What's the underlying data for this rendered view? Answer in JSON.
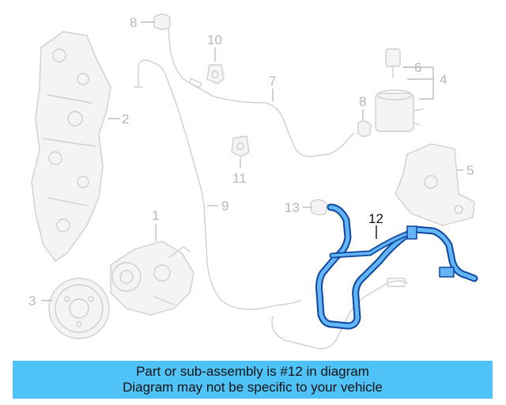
{
  "callouts": {
    "c1": "1",
    "c2": "2",
    "c3": "3",
    "c4": "4",
    "c5": "5",
    "c6": "6",
    "c7": "7",
    "c8a": "8",
    "c8b": "8",
    "c9": "9",
    "c10": "10",
    "c11": "11",
    "c12": "12",
    "c13": "13"
  },
  "highlighted_part": "12",
  "colors": {
    "highlight_stroke": "#0d47a1",
    "highlight_fill": "#64b5f6",
    "banner_bg": "#4fc3f7",
    "faded_part": "#cfcfcf"
  },
  "banner": {
    "line1": "Part or sub-assembly is #12 in diagram",
    "line2": "Diagram may not be specific to your vehicle"
  }
}
